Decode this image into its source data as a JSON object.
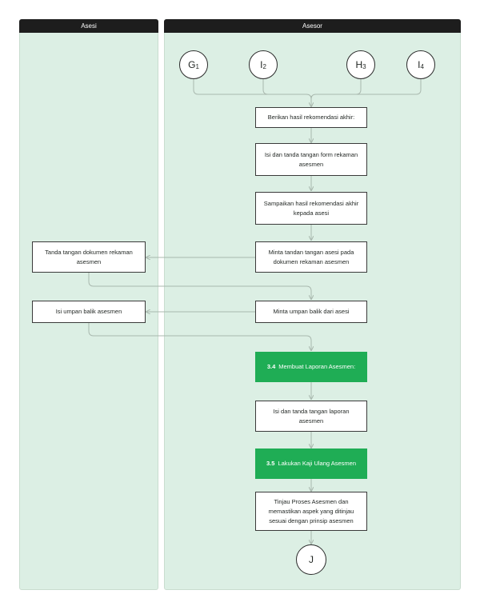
{
  "lanes": {
    "asesi": "Asesi",
    "asesor": "Asesor"
  },
  "connectors_in": [
    {
      "letter": "G",
      "index": "1"
    },
    {
      "letter": "I",
      "index": "2"
    },
    {
      "letter": "H",
      "index": "3"
    },
    {
      "letter": "I",
      "index": "4"
    }
  ],
  "steps": {
    "berikan": "Berikan hasil rekomendasi akhir:",
    "isi_form": "Isi dan tanda tangan form rekaman\nasesmen",
    "sampaikan": "Sampaikan hasil rekomendasi akhir\nkepada asesi",
    "minta_ttd": "Minta tandan tangan asesi pada\ndokumen rekaman asesmen",
    "ttd_dokumen": "Tanda tangan dokumen rekaman\nasesmen",
    "minta_umpan": "Minta umpan balik dari asesi",
    "isi_umpan": "Isi umpan balik asesmen",
    "laporan_num": "3.4",
    "laporan_label": "Membuat Laporan Asesmen:",
    "isi_laporan": "Isi dan tanda tangan laporan\nasesmen",
    "kaji_num": "3.5",
    "kaji_label": "Lakukan Kaji Ulang Asesmen",
    "tinjau": "Tinjau Proses Asesmen dan\nmemastikan aspek yang ditinjau\nsesuai dengan prinsip asesmen"
  },
  "connector_out": "J",
  "colors": {
    "lane": "#dcefe4",
    "header": "#1d1d1d",
    "highlight": "#1fad55",
    "line": "#a9b8ae"
  }
}
